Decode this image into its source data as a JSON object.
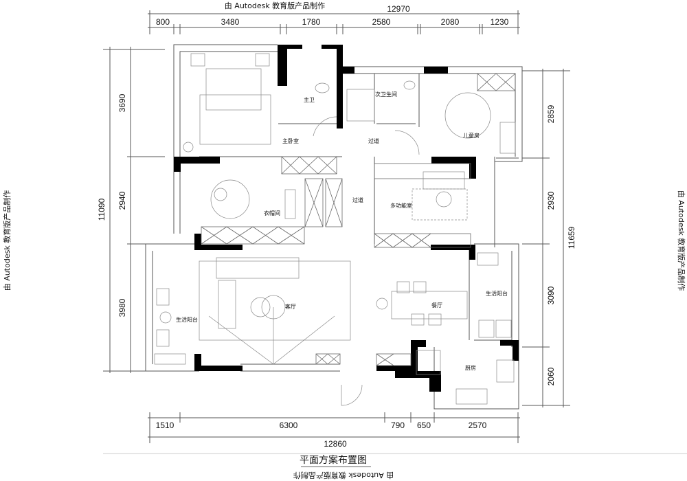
{
  "watermark": "由 Autodesk 教育版产品制作",
  "title": "平面方案布置图",
  "dimensions": {
    "top": [
      "800",
      "3480",
      "1780",
      "2580",
      "2080",
      "1230"
    ],
    "top_total": "12970",
    "bottom": [
      "1510",
      "6300",
      "790",
      "650",
      "2570"
    ],
    "bottom_total": "12860",
    "left": [
      "3690",
      "2940",
      "3980"
    ],
    "left_total": "11090",
    "right": [
      "2859",
      "2930",
      "3090",
      "2060"
    ],
    "right_total": "11659"
  },
  "rooms": {
    "master_bedroom": "主卧室",
    "master_bath": "主卫",
    "second_bath": "次卫生间",
    "corridor_top": "过道",
    "kids_room": "儿童房",
    "closet": "衣帽间",
    "corridor_mid": "过道",
    "multi_room": "多功能室",
    "balcony_left": "生活阳台",
    "living_room": "客厅",
    "dining_room": "餐厅",
    "balcony_right": "生活阳台",
    "kitchen": "厨房"
  }
}
